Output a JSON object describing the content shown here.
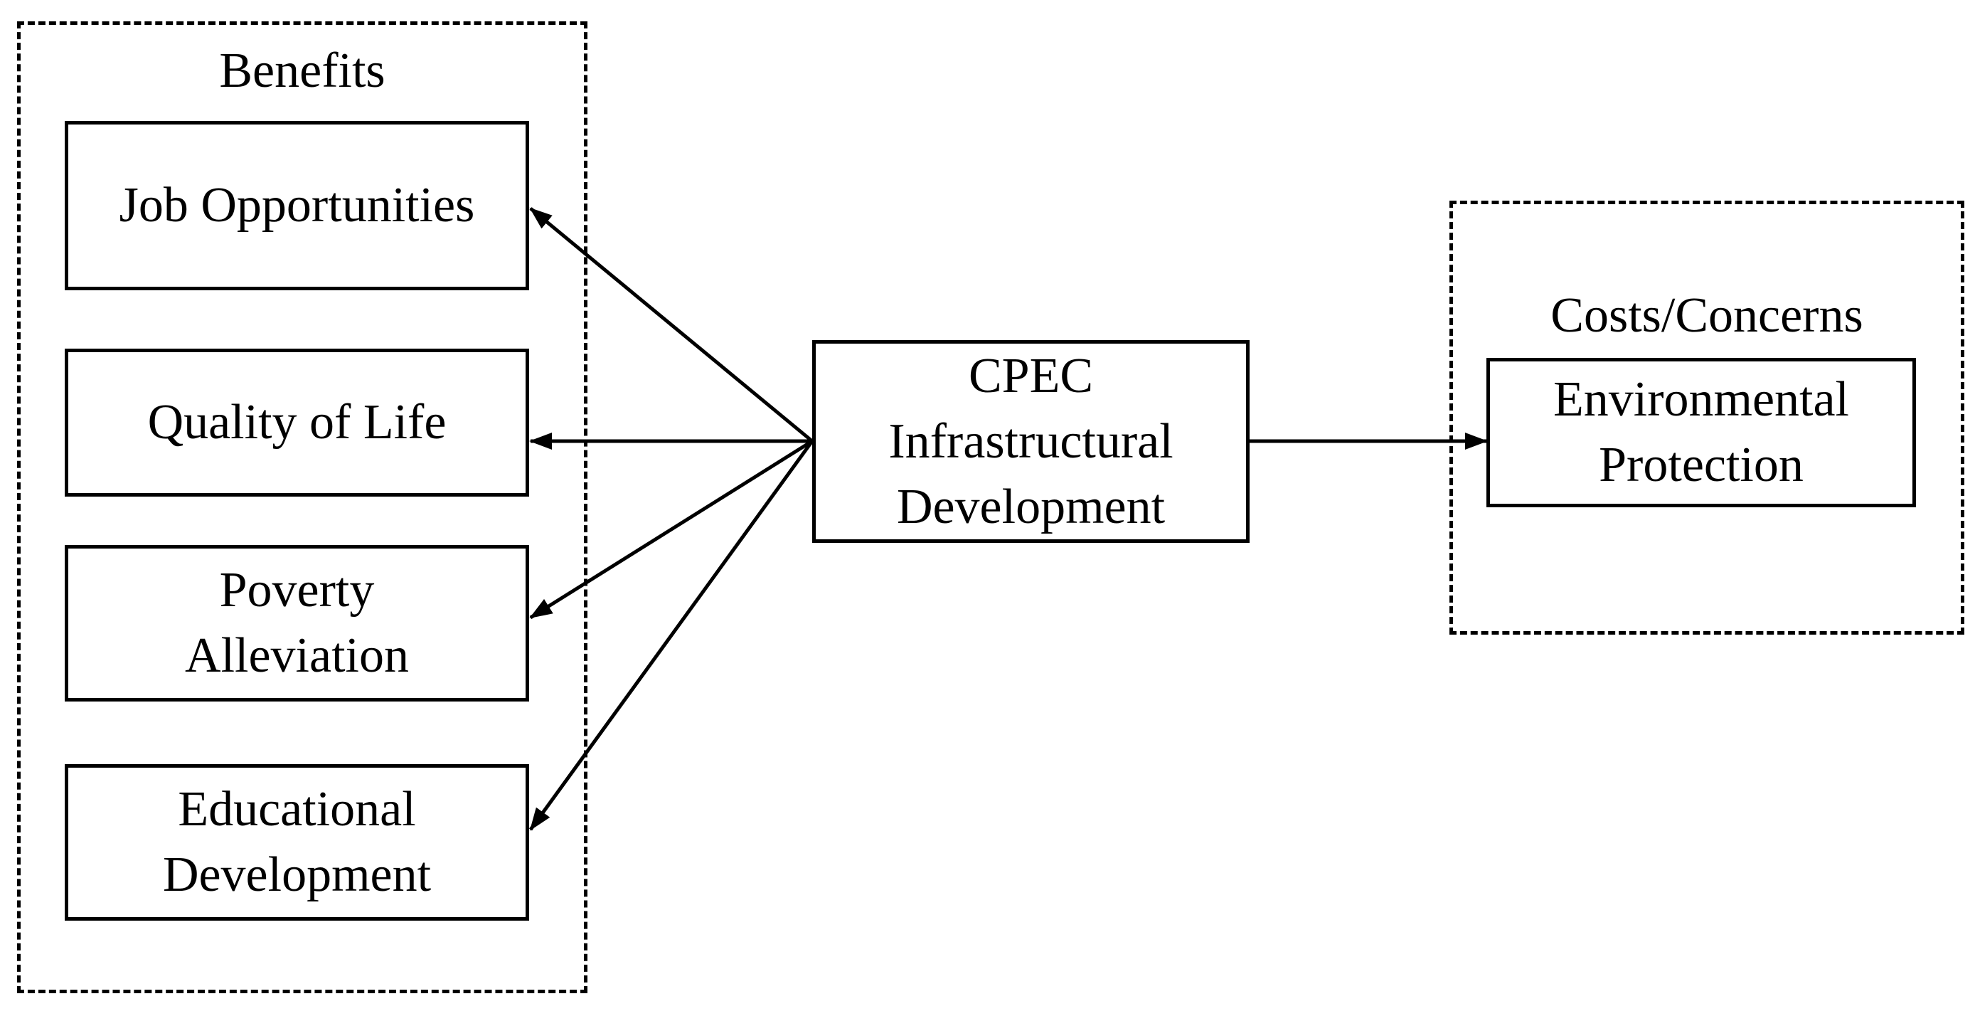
{
  "benefits_group": {
    "title": "Benefits",
    "items": [
      {
        "lines": [
          "Job Opportunities"
        ]
      },
      {
        "lines": [
          "Quality of Life"
        ]
      },
      {
        "lines": [
          "Poverty",
          "Alleviation"
        ]
      },
      {
        "lines": [
          "Educational",
          "Development"
        ]
      }
    ]
  },
  "center_node": {
    "lines": [
      "CPEC",
      "Infrastructural",
      "Development"
    ]
  },
  "costs_group": {
    "title": "Costs/Concerns",
    "items": [
      {
        "lines": [
          "Environmental",
          "Protection"
        ]
      }
    ]
  }
}
